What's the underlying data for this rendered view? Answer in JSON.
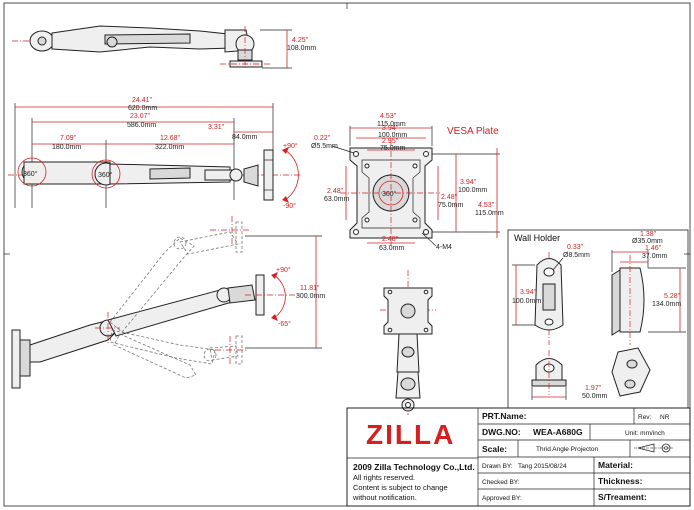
{
  "colors": {
    "accent": "#d42020",
    "line": "#222222"
  },
  "top_view": {
    "height_in": "4.25\"",
    "height_mm": "108.0mm"
  },
  "side_view": {
    "overall_in": "24.41\"",
    "overall_mm": "620.0mm",
    "reach_in": "23.07\"",
    "reach_mm": "586.0mm",
    "seg1_in": "7.09\"",
    "seg1_mm": "180.0mm",
    "seg2_in": "12.68\"",
    "seg2_mm": "322.0mm",
    "seg3_in": "3.31\"",
    "seg3_mm": "84.0mm",
    "rot1": "360°",
    "rot2": "360°",
    "tilt_up": "+90°",
    "tilt_down": "-90°"
  },
  "vesa": {
    "title": "VESA Plate",
    "hole_in": "0.22\"",
    "hole_mm": "Ø5.5mm",
    "w1_in": "4.53\"",
    "w1_mm": "115.0mm",
    "w2_in": "3.94\"",
    "w2_mm": "100.0mm",
    "w3_in": "2.95\"",
    "w3_mm": "75.0mm",
    "left_in": "2.48\"",
    "left_mm": "63.0mm",
    "h75_in": "2.48\"",
    "h75_mm": "75.0mm",
    "h100_in": "3.94\"",
    "h100_mm": "100.0mm",
    "h115_in": "4.53\"",
    "h115_mm": "115.0mm",
    "bottom_in": "2.48\"",
    "bottom_mm": "63.0mm",
    "screws": "4-M4",
    "rot": "360°"
  },
  "arm_view": {
    "tilt_up": "+90°",
    "tilt_down": "-65°",
    "height_in": "11.81\"",
    "height_mm": "300.0mm"
  },
  "wall_holder": {
    "title": "Wall Holder",
    "hole_in": "0.33\"",
    "hole_mm": "Ø8.5mm",
    "pole_in": "1.38\"",
    "pole_mm": "Ø35.0mm",
    "depth_in": "1.46\"",
    "depth_mm": "37.0mm",
    "height_in": "3.94\"",
    "height_mm": "100.0mm",
    "total_in": "5.28\"",
    "total_mm": "134.0mm",
    "base_in": "1.97\"",
    "base_mm": "50.0mm"
  },
  "title_block": {
    "logo": "ZILLA",
    "copyright": "2009 Zilla Technology Co.,Ltd.",
    "rights": "All rights reserved.",
    "notice1": "Content is subject to change",
    "notice2": "without notification.",
    "prt_label": "PRT.Name:",
    "rev_label": "Rev:",
    "rev_value": "NR",
    "dwg_label": "DWG.NO:",
    "dwg_value": "WEA-A680G",
    "unit_label": "Unit: mm/inch",
    "scale_label": "Scale:",
    "projection": "Thrid Angle Projecton",
    "drawn_label": "Drawn BY:",
    "drawn_value": "Tang  2015/08/24",
    "checked_label": "Checked BY:",
    "approved_label": "Approved BY:",
    "material_label": "Material:",
    "thickness_label": "Thickness:",
    "treatment_label": "S/Treament:"
  }
}
